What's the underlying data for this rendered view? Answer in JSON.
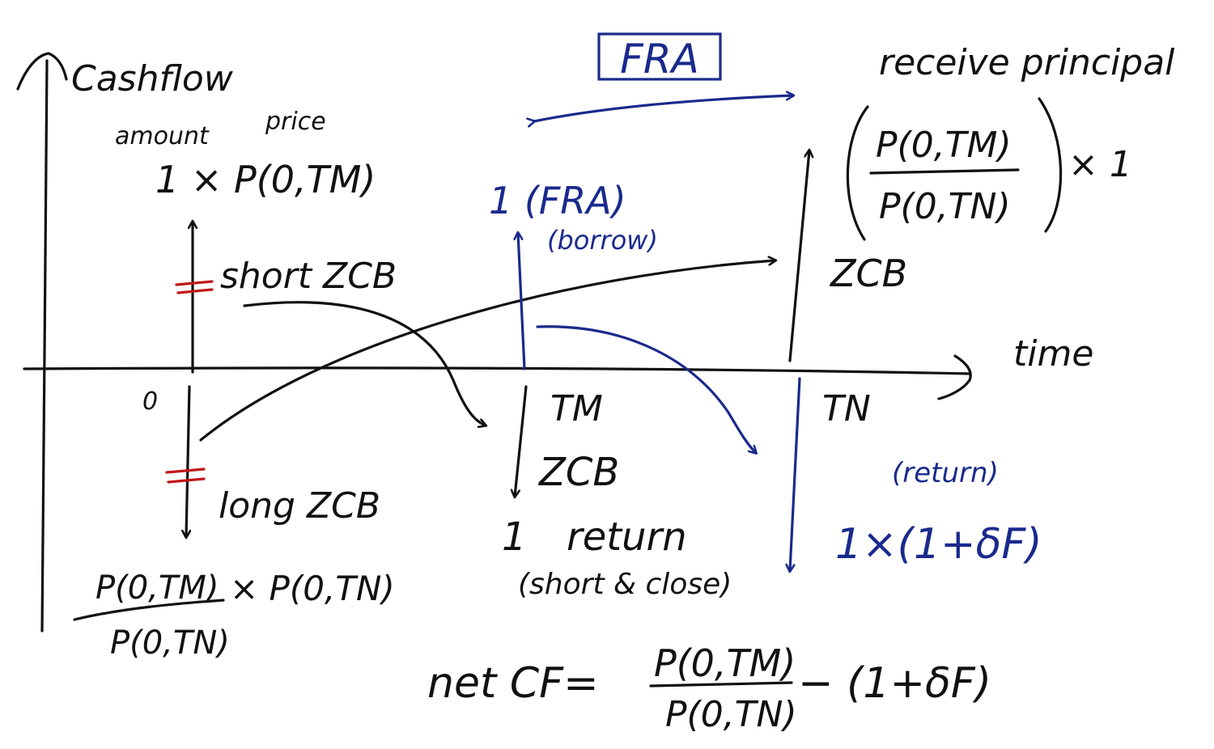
{
  "colors": {
    "black": "#111111",
    "blue": "#1a2a8c",
    "red": "#c0191b"
  },
  "axes": {
    "y_label": "Cashflow",
    "x_label": "time"
  },
  "t0": {
    "origin_label": "0",
    "col_amount": "amount",
    "col_price": "price",
    "up_amount": "1 × P(0,TM)",
    "up_label": "short ZCB",
    "down_label": "long ZCB",
    "down_num": "P(0,TM)",
    "down_den": "P(0,TN)",
    "down_mult": "× P(0,TN)"
  },
  "fra": {
    "box_label": "FRA",
    "up_amount": "1 (FRA)",
    "up_note": "(borrow)",
    "return_note": "(return)",
    "return_amount": "1×(1+δF)"
  },
  "tm": {
    "label": "TM",
    "down_label": "ZCB",
    "down_amount": "1",
    "down_note": "return",
    "down_note2": "(short & close)"
  },
  "tn": {
    "label": "TN",
    "heading": "receive principal",
    "up_num": "P(0,TM)",
    "up_den": "P(0,TN)",
    "up_mult": "× 1",
    "up_label": "ZCB"
  },
  "net": {
    "lhs": "net  CF=",
    "num": "P(0,TM)",
    "den": "P(0,TN)",
    "rhs": "− (1+δF)"
  }
}
